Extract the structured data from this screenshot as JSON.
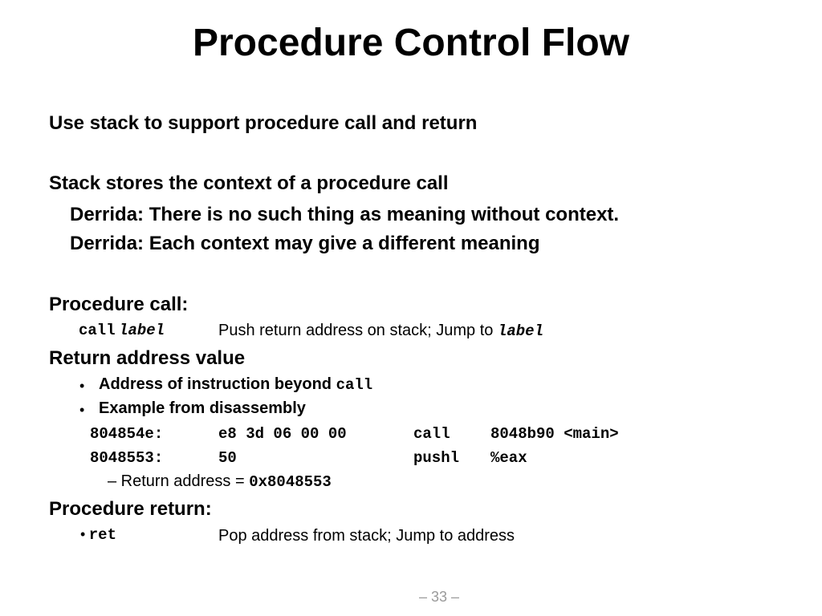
{
  "title": "Procedure Control Flow",
  "lines": {
    "l1": "Use stack to support procedure call and return",
    "l2": "Stack stores the context of a procedure call",
    "l3": "Derrida: There is no such thing as meaning without context.",
    "l4": "Derrida: Each context may give a different meaning",
    "call_heading": "Procedure call:",
    "call_kw": "call",
    "call_label": "label",
    "call_desc": "Push return address on stack; Jump to",
    "call_desc_label": "label",
    "ret_addr_heading": "Return address value",
    "bullet_char": "•",
    "ra_b1": "Address of instruction beyond",
    "ra_b1_code": "call",
    "ra_b2": "Example from disassembly",
    "dis1_addr": "804854e:",
    "dis1_bytes": "e8 3d 06 00 00",
    "dis1_op": "call",
    "dis1_arg": "8048b90 <main>",
    "dis2_addr": "8048553:",
    "dis2_bytes": "50",
    "dis2_op": "pushl",
    "dis2_arg": "%eax",
    "ret_note_prefix": "– Return address =",
    "ret_note_code": "0x8048553",
    "return_heading": "Procedure return:",
    "ret_kw": "ret",
    "ret_desc": "Pop address from stack; Jump to address"
  },
  "footer": "– 33 –"
}
